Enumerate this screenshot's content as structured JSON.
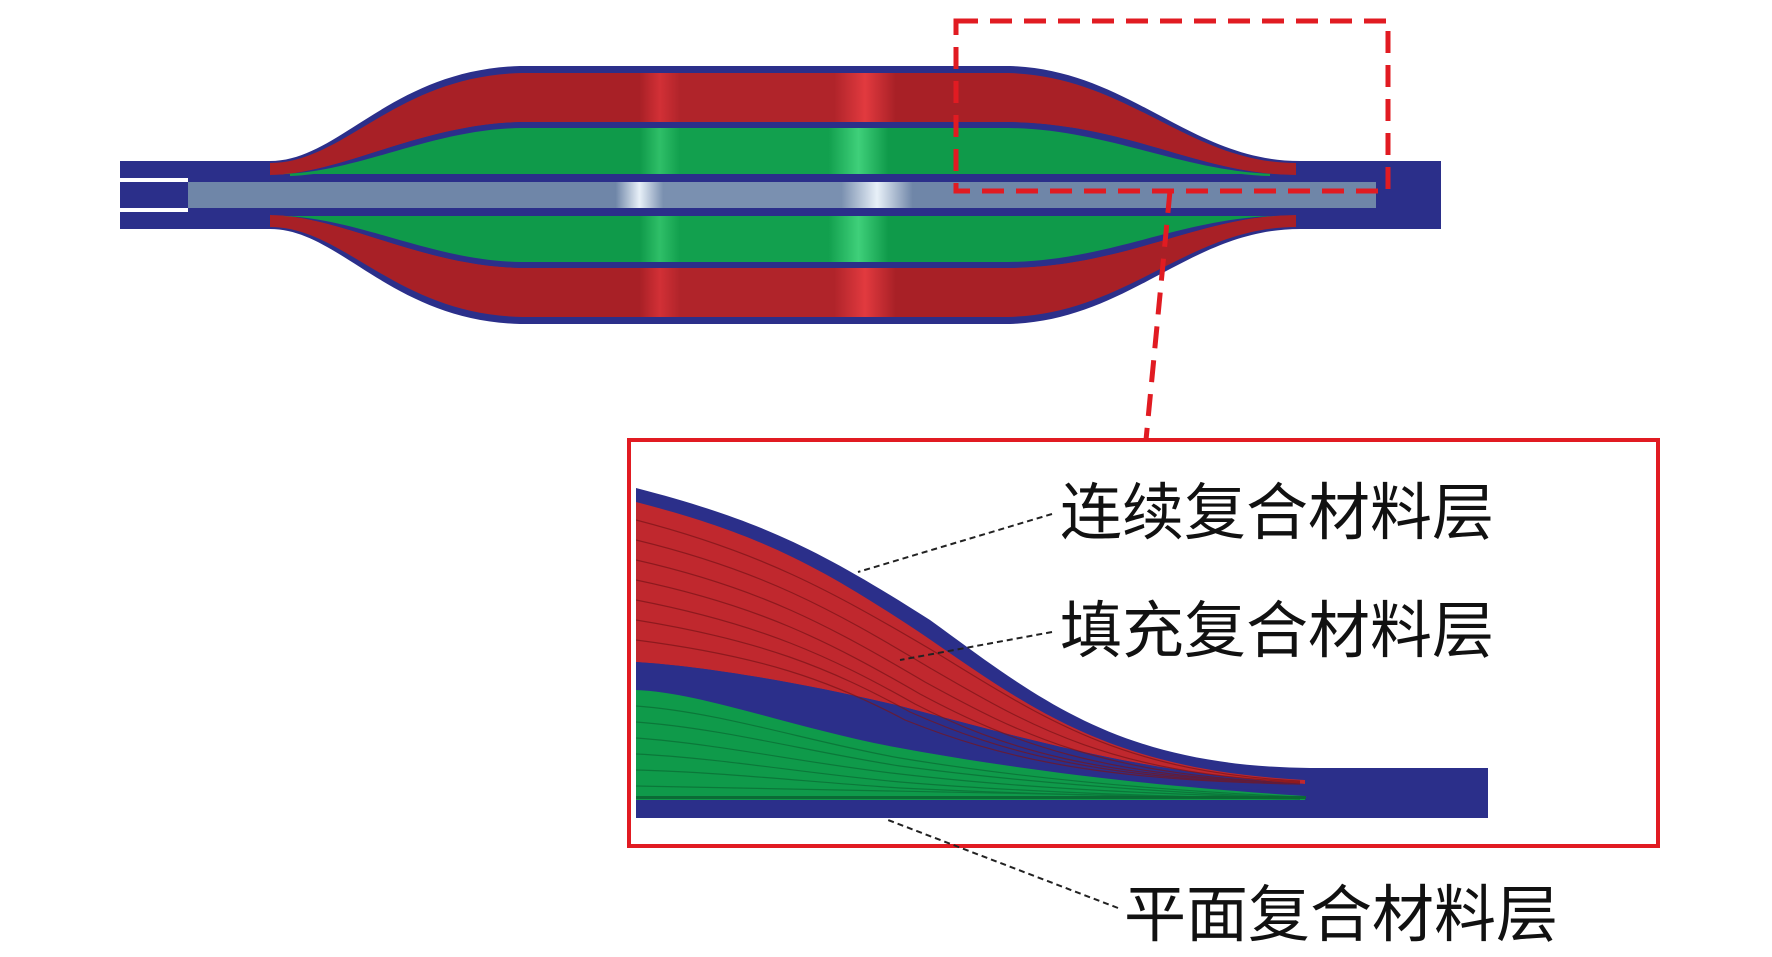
{
  "labels": {
    "continuous_layer": "连续复合材料层",
    "filler_layer": "填充复合材料层",
    "planar_layer": "平面复合材料层"
  },
  "colors": {
    "outer_skin": "#2b2f8a",
    "red_layer": "#a82026",
    "red_highlight": "#e23a3f",
    "green_layer": "#0f9a4a",
    "green_highlight": "#3fd07a",
    "core": "#6f86a8",
    "core_highlight": "#dbe6f2",
    "callout_frame": "#e11b22"
  }
}
